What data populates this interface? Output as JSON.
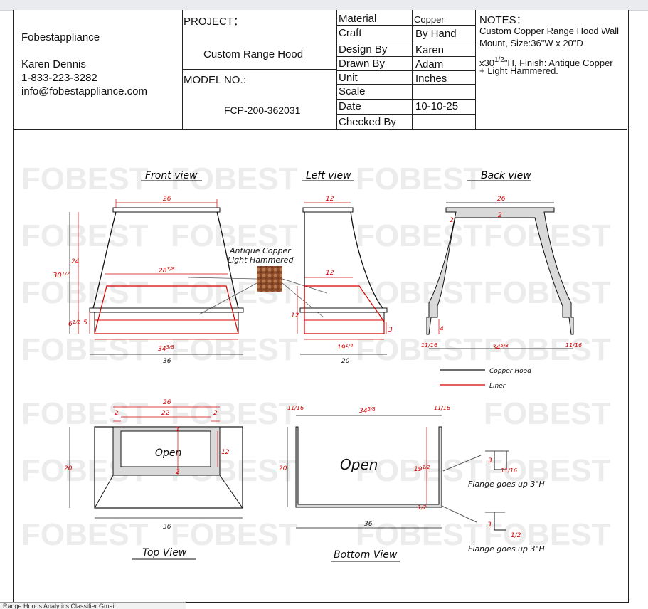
{
  "company": {
    "name": "Fobestappliance",
    "contact": "Karen Dennis",
    "phone": "1-833-223-3282",
    "email": "info@fobestappliance.com"
  },
  "project": {
    "label": "PROJECT：",
    "name": "Custom Range Hood",
    "model_label": "MODEL NO.:",
    "model_no": "FCP-200-362031"
  },
  "specs": [
    {
      "label": "Material",
      "value": "Copper"
    },
    {
      "label": "Craft",
      "value": "By Hand"
    },
    {
      "label": "Design By",
      "value": "Karen"
    },
    {
      "label": "Drawn By",
      "value": "Adam"
    },
    {
      "label": "Unit",
      "value": "Inches"
    },
    {
      "label": "Scale",
      "value": ""
    },
    {
      "label": "Date",
      "value": "10-10-25"
    },
    {
      "label": "Checked By",
      "value": ""
    }
  ],
  "notes": {
    "title": "NOTES：",
    "line1": "Custom Copper Range Hood Wall",
    "line2": "Mount, Size:36\"W x 20\"D",
    "line3a": "x30",
    "line3frac": "1/2",
    "line3b": "\"H, Finish:",
    "line3c": "Antique Copper",
    "line4": "+  Light Hammered."
  },
  "watermark": "FOBEST",
  "views": {
    "front": "Front view",
    "left": "Left view",
    "back": "Back view",
    "top": "Top View",
    "bottom": "Bottom View"
  },
  "finish_label": [
    "Antique Copper",
    "Light Hammered"
  ],
  "legend": {
    "copper": "Copper Hood",
    "liner": "Liner"
  },
  "colors": {
    "dim": "#d40000",
    "line": "#111111",
    "fill": "#d9d9d9",
    "copper": "#9a5a35",
    "watermark": "#ececec"
  },
  "dims": {
    "front": {
      "top": "26",
      "mid": "28",
      "mid_frac": "3/8",
      "bot_frac_whole": "34",
      "bot_frac": "3/8",
      "overall": "36",
      "h_total": "30",
      "h_total_frac": "1/2",
      "h_body": "24",
      "h_band": "6",
      "h_band_frac": "1/2",
      "h_band2": "5"
    },
    "left": {
      "top": "12",
      "mid": "12",
      "h": "12",
      "r": "3",
      "bot_whole": "19",
      "bot_frac": "1/4",
      "overall": "20"
    },
    "back": {
      "top": "26",
      "thk_a": "2",
      "thk_b": "2",
      "h": "4",
      "gap_l": "11/16",
      "gap_r": "11/16",
      "span_whole": "34",
      "span_frac": "5/8"
    },
    "top": {
      "overall_top": "26",
      "inner": "22",
      "side_l": "2",
      "side_r": "2",
      "inner_top": "1",
      "inner_h": "12",
      "inner_bot": "2",
      "depth": "20",
      "width": "36",
      "open": "Open"
    },
    "bottom": {
      "l": "11/16",
      "span_whole": "34",
      "span_frac": "5/8",
      "r": "11/16",
      "depth": "20",
      "inner_d_whole": "19",
      "inner_d_frac": "1/2",
      "lip": "1/2",
      "width": "36",
      "open": "Open"
    },
    "flange1": {
      "a": "3",
      "b": "11/16",
      "label": "Flange goes up 3\"H"
    },
    "flange2": {
      "a": "3",
      "b": "1/2",
      "label": "Flange goes up 3\"H"
    }
  },
  "bottom_tab": "Range Hoods Analytics Classifier Gmail"
}
